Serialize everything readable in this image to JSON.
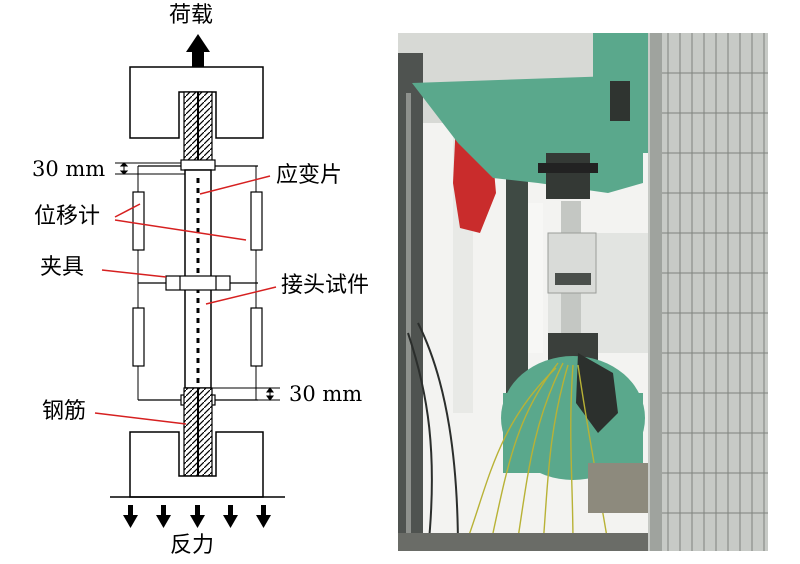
{
  "schematic": {
    "top_label": "荷载",
    "bottom_label": "反力",
    "dim_top": "30 mm",
    "dim_bottom": "30 mm",
    "labels": {
      "strain_gauge": "应变片",
      "displacement_meter": "位移计",
      "fixture": "夹具",
      "splice_specimen": "接头试件",
      "rebar": "钢筋"
    }
  },
  "photo": {
    "description_name": "test-machine-photo",
    "colors": {
      "machine_green": "#5aa88c",
      "frame_gray": "#b9bcb8",
      "background_white": "#f3f3f1"
    }
  }
}
